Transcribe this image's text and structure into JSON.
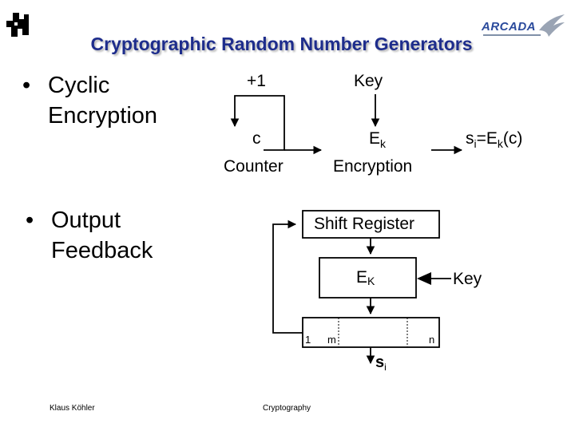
{
  "colors": {
    "title": "#1e2d8c",
    "logo": "#2a4a9c",
    "text": "#000000"
  },
  "slide": {
    "title": "Cryptographic Random Number Generators",
    "logo_icon": "university-emblem-icon",
    "brand_logo": {
      "text": "ARCADA",
      "icon": "arcada-bird-logo-icon"
    }
  },
  "bullets": {
    "cyclic": {
      "mark": "•",
      "line1": "Cyclic",
      "line2": "Encryption"
    },
    "ofb": {
      "mark": "•",
      "line1": "Output",
      "line2": "Feedback"
    }
  },
  "cyclic_diagram": {
    "plus_one": "+1",
    "key": "Key",
    "counter_value": "c",
    "counter_label": "Counter",
    "enc_symbol": "E",
    "enc_sub": "k",
    "enc_label": "Encryption",
    "out_s": "s",
    "out_s_sub": "i",
    "out_eq": "=E",
    "out_eq_sub": "k",
    "out_arg": "(c)"
  },
  "ofb_diagram": {
    "shift_register": "Shift Register",
    "ek_symbol": "E",
    "ek_sub": "K",
    "key": "Key",
    "cell_first": "1",
    "cell_m": "m",
    "cell_n": "n",
    "out_s": "s",
    "out_sub": "i"
  },
  "footer": {
    "author": "Klaus Köhler",
    "course": "Cryptography"
  }
}
